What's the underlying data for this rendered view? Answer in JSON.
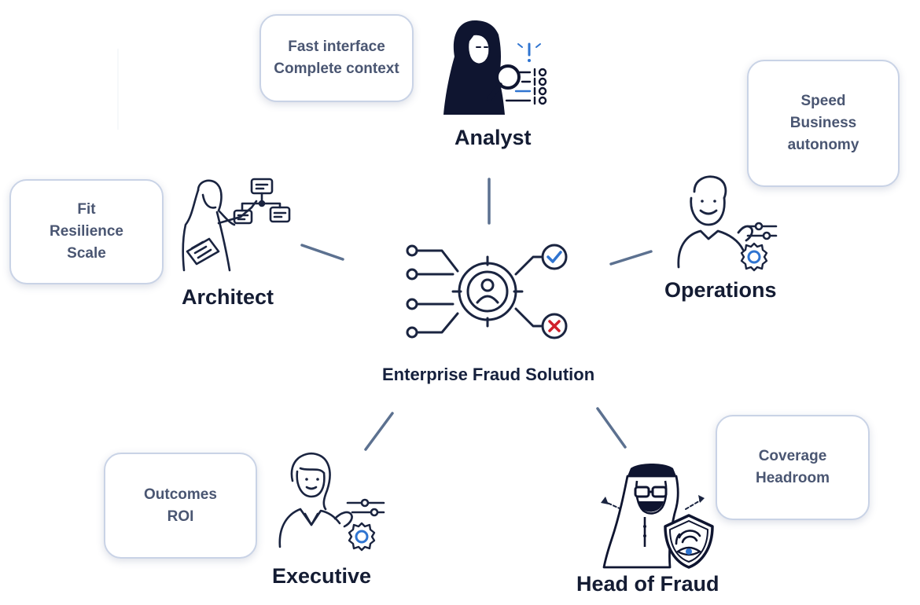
{
  "center": {
    "label": "Enterprise Fraud Solution",
    "icon": "fraud-detection-hub-icon"
  },
  "personas": [
    {
      "id": "analyst",
      "role": "Analyst",
      "needs": [
        "Fast interface",
        "Complete context"
      ],
      "icon": "analyst-magnifier-icon"
    },
    {
      "id": "operations",
      "role": "Operations",
      "needs": [
        "Speed",
        "Business",
        "autonomy"
      ],
      "icon": "operations-settings-icon"
    },
    {
      "id": "architect",
      "role": "Architect",
      "needs": [
        "Fit",
        "Resilience",
        "Scale"
      ],
      "icon": "architect-flowchart-icon"
    },
    {
      "id": "executive",
      "role": "Executive",
      "needs": [
        "Outcomes",
        "ROI"
      ],
      "icon": "executive-settings-icon"
    },
    {
      "id": "head_of_fraud",
      "role": "Head of Fraud",
      "needs": [
        "Coverage",
        "Headroom"
      ],
      "icon": "head-of-fraud-shield-icon"
    }
  ],
  "colors": {
    "text": "#141c33",
    "card_text": "#4a5672",
    "accent": "#2f74d0",
    "connector": "#5c7190",
    "alert": "#d11f2a"
  }
}
